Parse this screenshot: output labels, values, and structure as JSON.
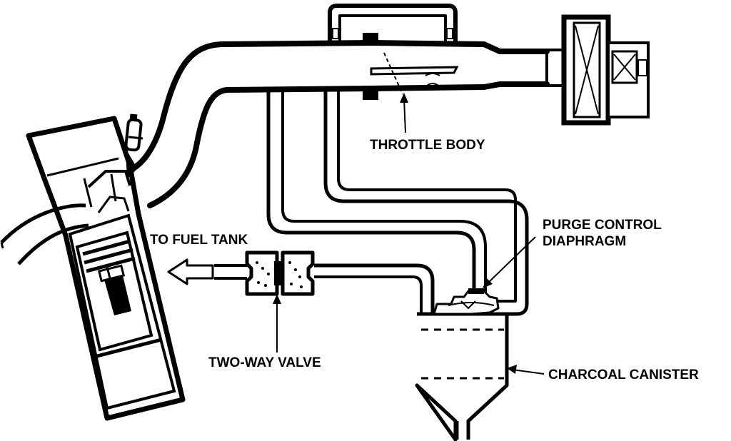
{
  "labels": {
    "throttle_body": "THROTTLE BODY",
    "purge_control_line1": "PURGE CONTROL",
    "purge_control_line2": "DIAPHRAGM",
    "to_fuel_tank": "TO FUEL TANK",
    "two_way_valve": "TWO-WAY VALVE",
    "charcoal_canister": "CHARCOAL CANISTER"
  },
  "colors": {
    "ink": "#000000",
    "paper": "#ffffff"
  }
}
